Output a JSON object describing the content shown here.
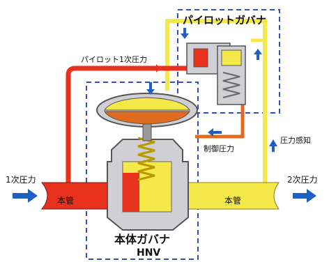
{
  "labels": {
    "pilot_governor": "パイロットガバナ",
    "pilot_primary_pressure": "パイロット1次圧力",
    "control_pressure": "制御圧力",
    "pressure_sensing": "圧力感知",
    "primary_pressure": "1次圧力",
    "secondary_pressure": "2次圧力",
    "main_pipe_left": "本管",
    "main_pipe_right": "本管",
    "body_governor": "本体ガバナ",
    "body_governor_code": "HNV"
  },
  "colors": {
    "primary_flow": "#e8321e",
    "secondary_flow": "#f5e94a",
    "control_line": "#e06a1e",
    "arrow_blue": "#1f5fc4",
    "dashed_box": "#3050c0",
    "valve_body": "#cfcfd4"
  },
  "icons": {
    "inlet_arrow": "arrow-right-icon",
    "outlet_arrow": "arrow-right-icon",
    "flow_arrows": "arrow-icon"
  }
}
